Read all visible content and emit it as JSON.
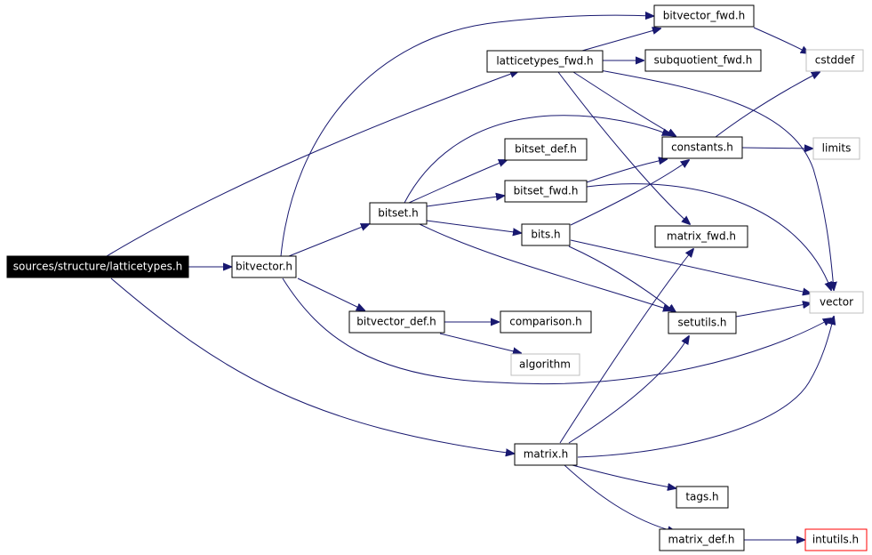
{
  "colors": {
    "edge": "#191970",
    "box_border": "#000000",
    "box_border_external": "#bfbfbf",
    "box_border_highlight": "#ff0000",
    "root_fill": "#000000",
    "root_text": "#ffffff",
    "text": "#000000"
  },
  "nodes": {
    "root": {
      "label": "sources/structure/latticetypes.h",
      "style": "root"
    },
    "bitvector": {
      "label": "bitvector.h",
      "style": "normal"
    },
    "bitvector_fwd": {
      "label": "bitvector_fwd.h",
      "style": "normal"
    },
    "latticetypes_fwd": {
      "label": "latticetypes_fwd.h",
      "style": "normal"
    },
    "subquotient_fwd": {
      "label": "subquotient_fwd.h",
      "style": "normal"
    },
    "cstddef": {
      "label": "cstddef",
      "style": "external"
    },
    "bitset_def": {
      "label": "bitset_def.h",
      "style": "normal"
    },
    "constants": {
      "label": "constants.h",
      "style": "normal"
    },
    "limits": {
      "label": "limits",
      "style": "external"
    },
    "bitset": {
      "label": "bitset.h",
      "style": "normal"
    },
    "bitset_fwd": {
      "label": "bitset_fwd.h",
      "style": "normal"
    },
    "bits": {
      "label": "bits.h",
      "style": "normal"
    },
    "matrix_fwd": {
      "label": "matrix_fwd.h",
      "style": "normal"
    },
    "vector": {
      "label": "vector",
      "style": "external"
    },
    "bitvector_def": {
      "label": "bitvector_def.h",
      "style": "normal"
    },
    "comparison": {
      "label": "comparison.h",
      "style": "normal"
    },
    "setutils": {
      "label": "setutils.h",
      "style": "normal"
    },
    "algorithm": {
      "label": "algorithm",
      "style": "external"
    },
    "matrix": {
      "label": "matrix.h",
      "style": "normal"
    },
    "tags": {
      "label": "tags.h",
      "style": "normal"
    },
    "matrix_def": {
      "label": "matrix_def.h",
      "style": "normal"
    },
    "intutils": {
      "label": "intutils.h",
      "style": "highlight"
    }
  }
}
